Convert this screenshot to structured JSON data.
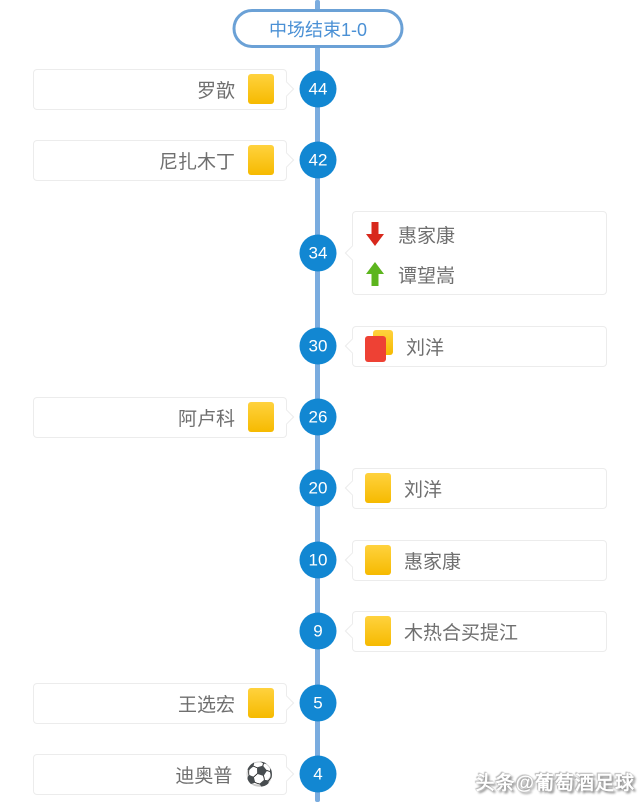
{
  "header": {
    "label": "中场结束1-0"
  },
  "watermark": {
    "text": "头条@葡萄酒足球"
  },
  "colors": {
    "timeline_line": "#7aacdf",
    "minute_circle": "#1287d2",
    "pill_border": "#6ba1d6",
    "pill_text": "#4a90d5",
    "yellow_card": "#f6ba00",
    "red_card": "#ee4134",
    "sub_out_arrow": "#d8281c",
    "sub_in_arrow": "#5cb51e",
    "event_text": "#6f6f6f"
  },
  "icons": {
    "yellow-card": "yellow-card-icon",
    "second-yellow-red-card": "second-yellow-red-card-icon",
    "goal": "goal-ball-icon",
    "sub-out": "sub-out-arrow-icon",
    "sub-in": "sub-in-arrow-icon"
  },
  "goal_glyph": "⚽",
  "events": [
    {
      "minute": "44",
      "side": "left",
      "players": [
        {
          "name": "罗歆",
          "icon": "yellow-card"
        }
      ]
    },
    {
      "minute": "42",
      "side": "left",
      "players": [
        {
          "name": "尼扎木丁",
          "icon": "yellow-card"
        }
      ]
    },
    {
      "minute": "34",
      "side": "right",
      "players": [
        {
          "name": "惠家康",
          "icon": "sub-out"
        },
        {
          "name": "谭望嵩",
          "icon": "sub-in"
        }
      ]
    },
    {
      "minute": "30",
      "side": "right",
      "players": [
        {
          "name": "刘洋",
          "icon": "second-yellow-red-card"
        }
      ]
    },
    {
      "minute": "26",
      "side": "left",
      "players": [
        {
          "name": "阿卢科",
          "icon": "yellow-card"
        }
      ]
    },
    {
      "minute": "20",
      "side": "right",
      "players": [
        {
          "name": "刘洋",
          "icon": "yellow-card"
        }
      ]
    },
    {
      "minute": "10",
      "side": "right",
      "players": [
        {
          "name": "惠家康",
          "icon": "yellow-card"
        }
      ]
    },
    {
      "minute": "9",
      "side": "right",
      "players": [
        {
          "name": "木热合买提江",
          "icon": "yellow-card"
        }
      ]
    },
    {
      "minute": "5",
      "side": "left",
      "players": [
        {
          "name": "王选宏",
          "icon": "yellow-card"
        }
      ]
    },
    {
      "minute": "4",
      "side": "left",
      "players": [
        {
          "name": "迪奥普",
          "icon": "goal"
        }
      ]
    }
  ]
}
